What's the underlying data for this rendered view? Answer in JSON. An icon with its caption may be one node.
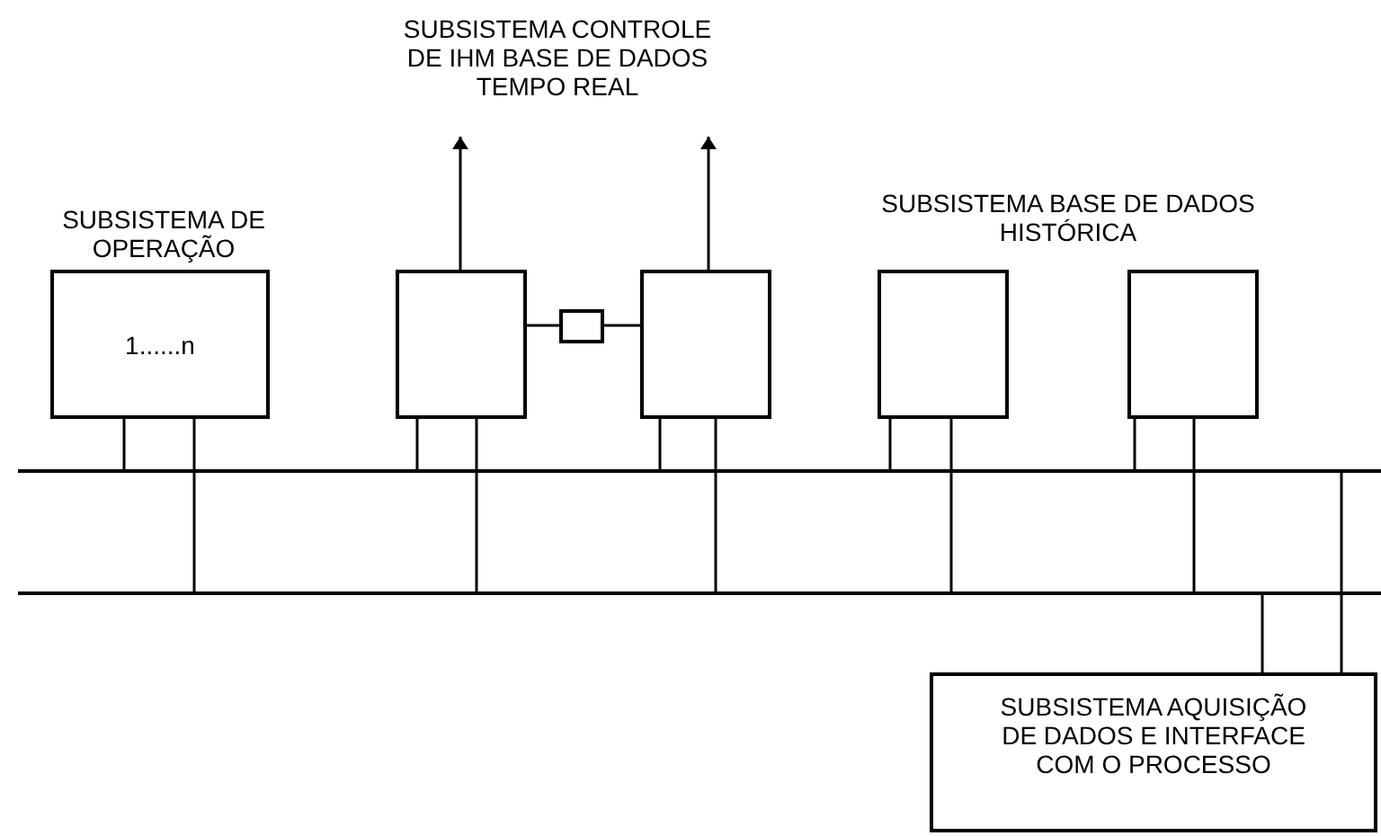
{
  "diagram": {
    "nodes": [
      {
        "text": [
          "SUBSISTEMA CONTROLE DE IHM BASE DE DADOS TEMPO REAL"
        ]
      },
      {
        "text": [
          "SUBSISTEMA DE OPERAÇÃO",
          "1......n"
        ]
      },
      {
        "text": [],
        "shape": "box"
      },
      {
        "text": [],
        "shape": "box"
      },
      {
        "text": [],
        "shape": "box"
      },
      {
        "text": [],
        "shape": "box"
      },
      {
        "text": [],
        "shape": "box"
      },
      {
        "text": [],
        "shape": "bar"
      },
      {
        "text": [],
        "shape": "bar"
      },
      {
        "text": [
          "SUBSISTEMA AQUISIÇÃO DE DADOS E INTERFACE COM O PROCESSO"
        ]
      }
    ],
    "edges": [
      {
        "from": 2,
        "to": 0,
        "arrow": "to"
      },
      {
        "from": 4,
        "to": 0,
        "arrow": "to"
      },
      {
        "from": 2,
        "to": 3,
        "arrow": "none"
      },
      {
        "from": 3,
        "to": 4,
        "arrow": "none"
      },
      {
        "from": 1,
        "to": 7,
        "arrow": "none"
      },
      {
        "from": 1,
        "to": 8,
        "arrow": "none"
      },
      {
        "from": 2,
        "to": 7,
        "arrow": "none"
      },
      {
        "from": 2,
        "to": 8,
        "arrow": "none"
      },
      {
        "from": 4,
        "to": 7,
        "arrow": "none"
      },
      {
        "from": 4,
        "to": 8,
        "arrow": "none"
      },
      {
        "from": 5,
        "to": 7,
        "arrow": "none"
      },
      {
        "from": 5,
        "to": 8,
        "arrow": "none"
      },
      {
        "from": 6,
        "to": 7,
        "arrow": "none"
      },
      {
        "from": 6,
        "to": 8,
        "arrow": "none"
      },
      {
        "from": 9,
        "to": 8,
        "arrow": "none"
      },
      {
        "from": 9,
        "to": 7,
        "arrow": "none"
      }
    ],
    "labels": [
      "SUBSISTEMA BASE DE DADOS HISTÓRICA"
    ]
  }
}
